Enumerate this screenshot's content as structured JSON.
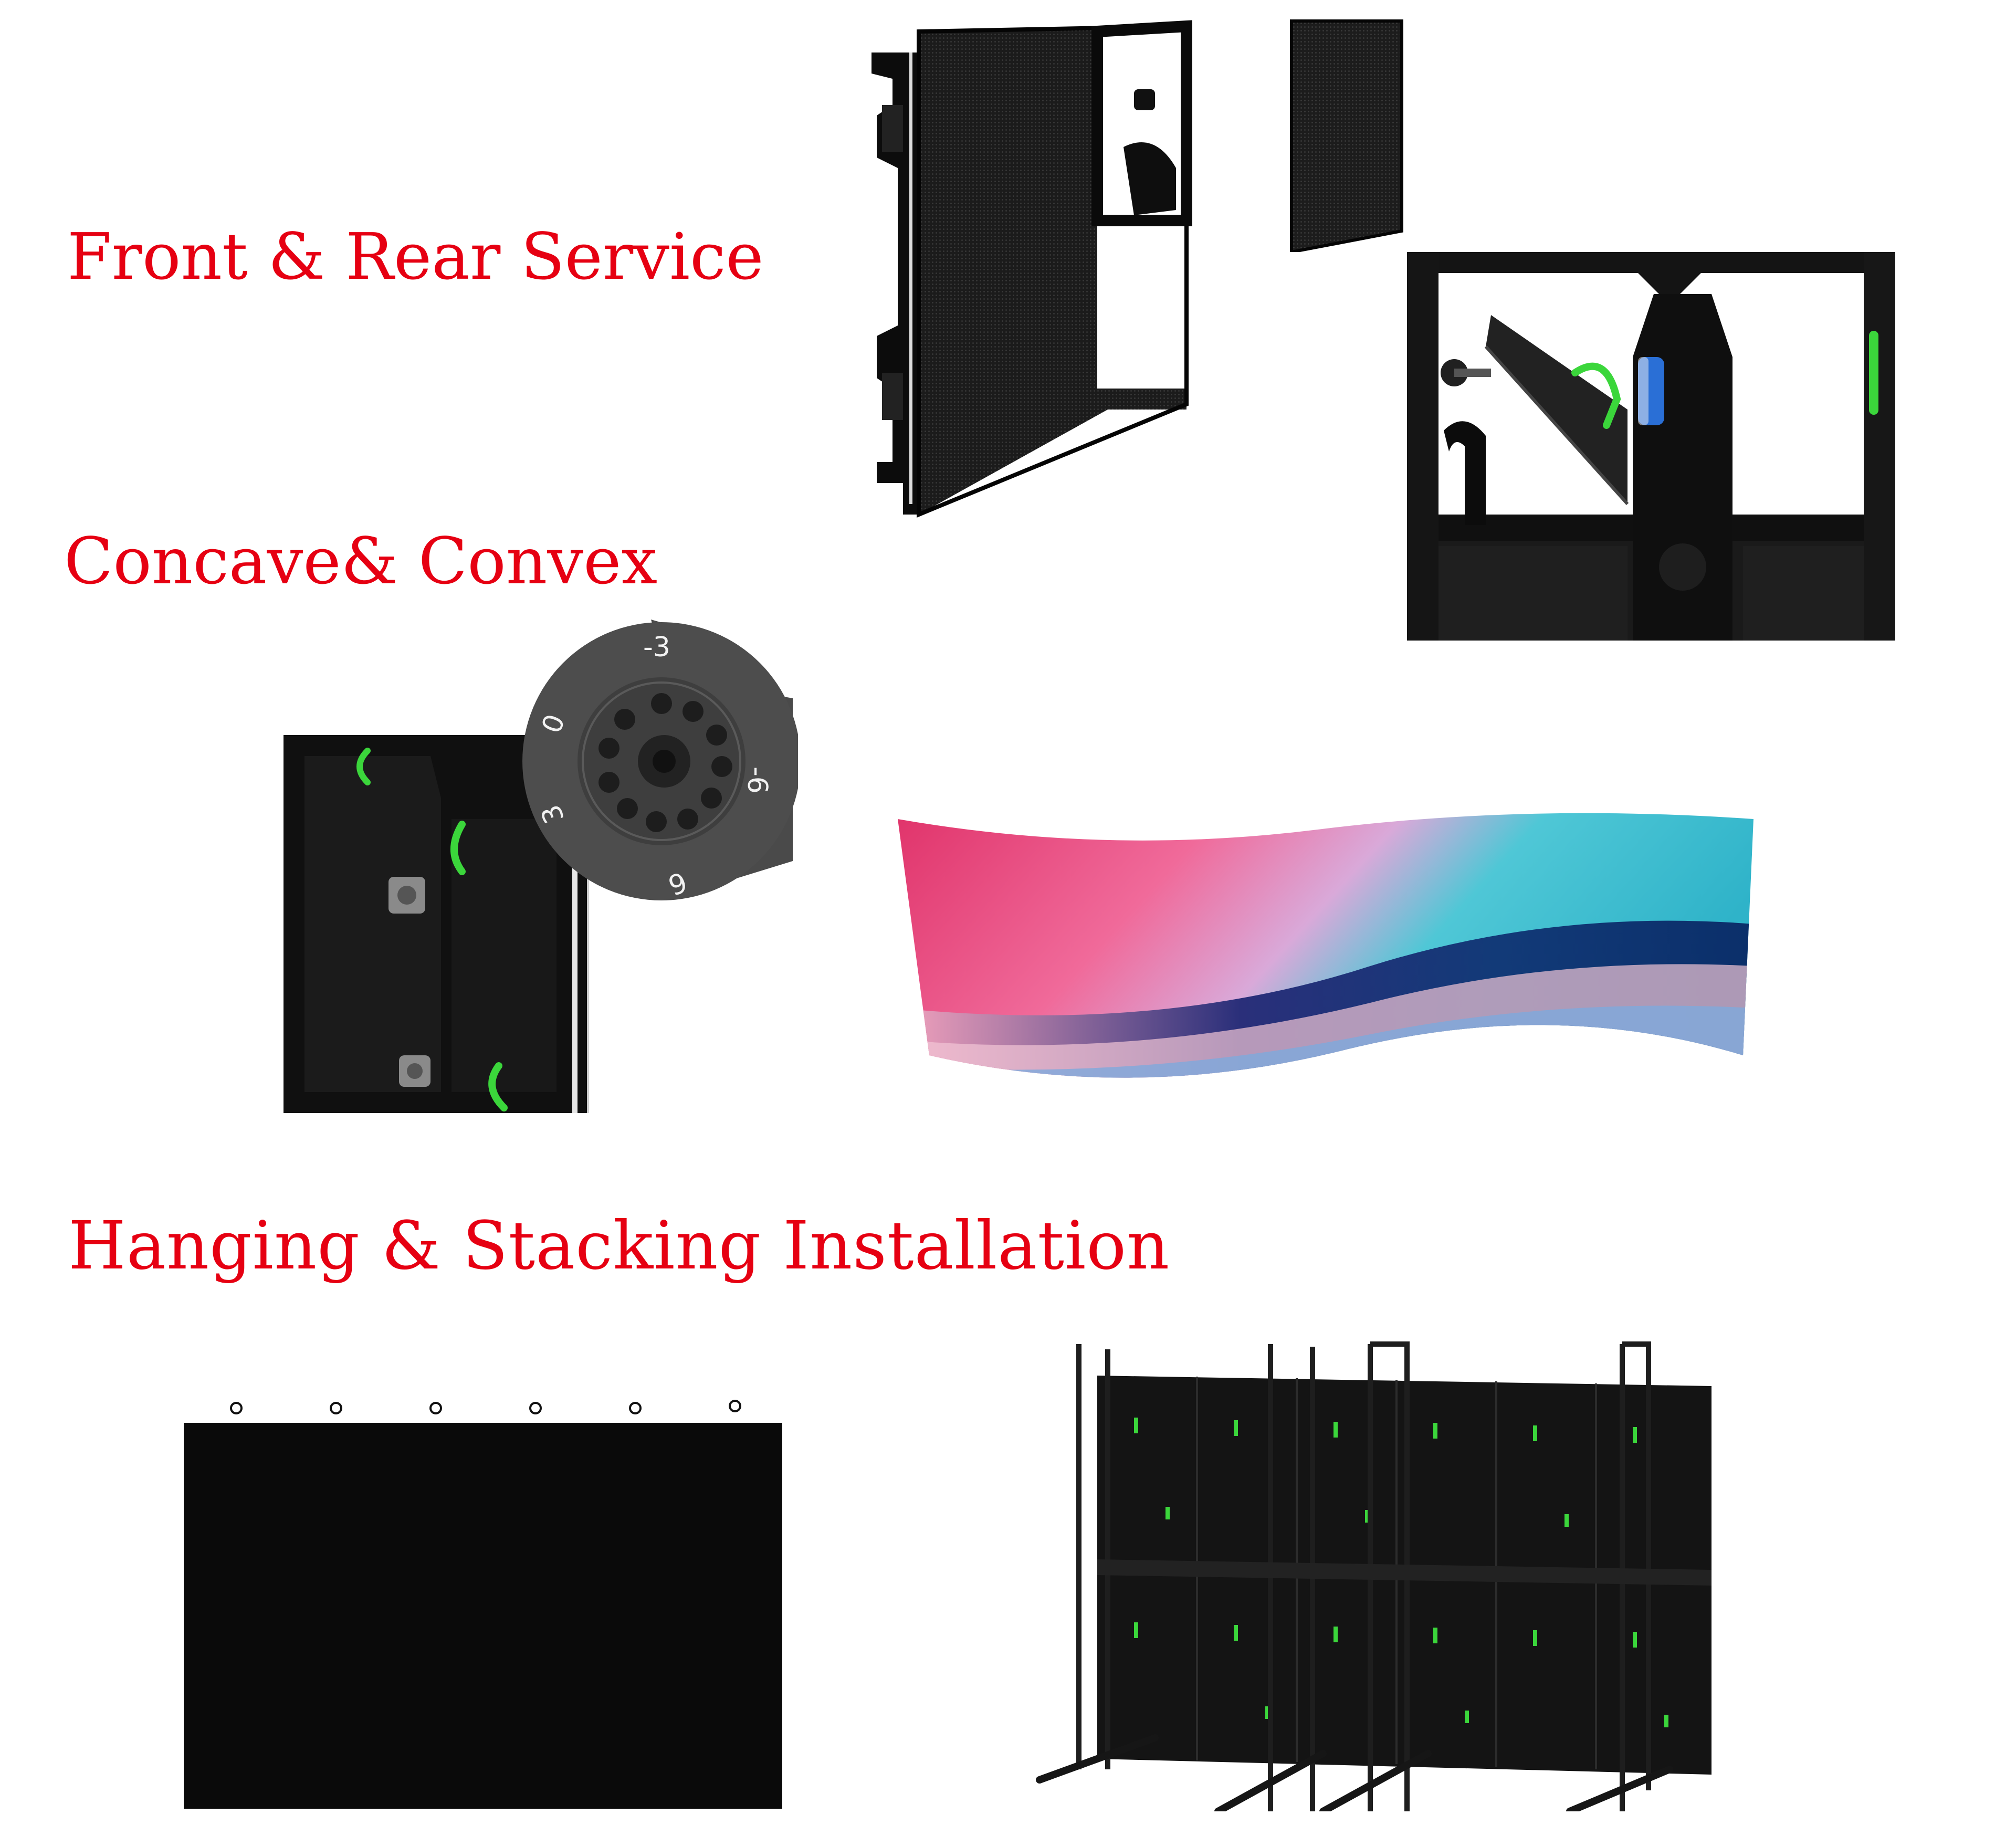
{
  "headings": {
    "front_rear": "Front & Rear Service",
    "concave_convex": "Concave& Convex",
    "hanging_stacking": "Hanging & Stacking Installation"
  },
  "figures": {
    "lock_marks": {
      "zero": "0",
      "minus_three": "-3",
      "three": "3",
      "minus_six": "-6",
      "six": "6"
    }
  },
  "colors": {
    "heading": "#e60012",
    "cabinet": "#111111",
    "handle_green": "#3bd63b",
    "handle_blue": "#2a6fd6"
  }
}
